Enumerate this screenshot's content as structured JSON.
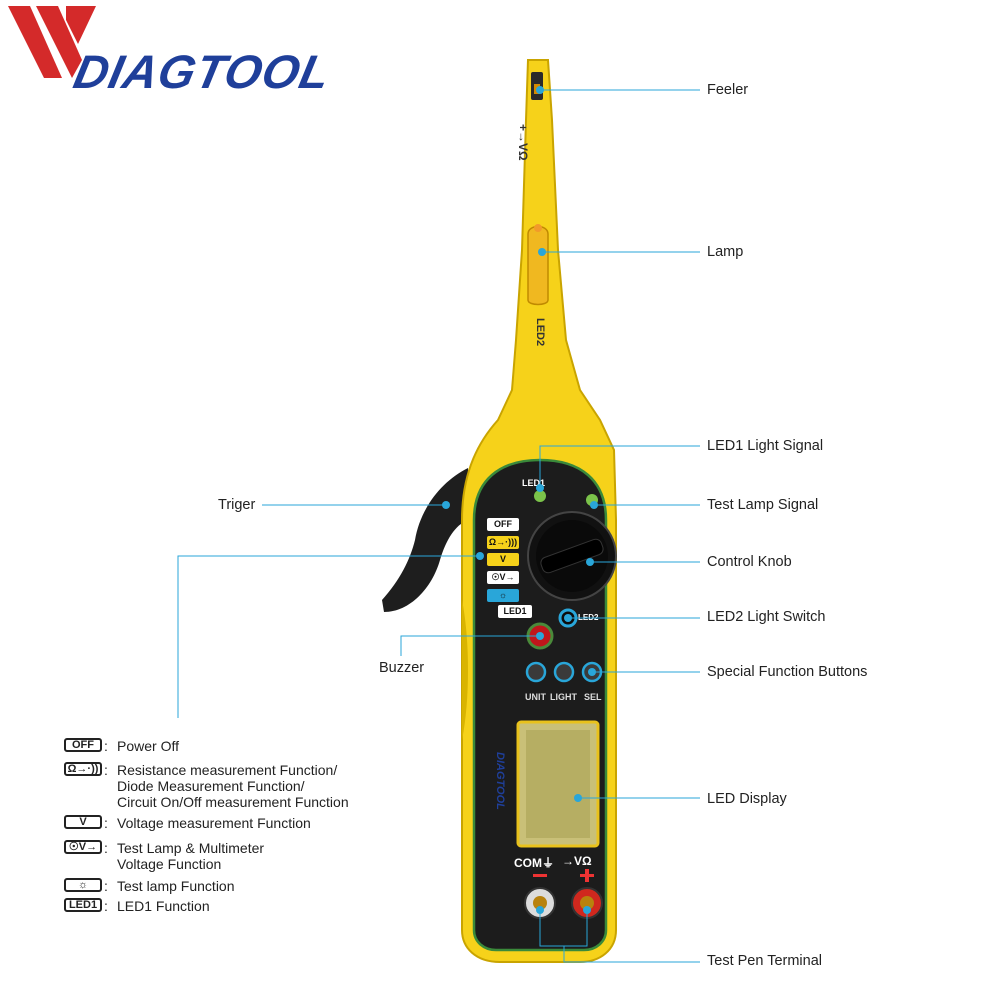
{
  "brand": {
    "logo_text": "DIAGTOOL",
    "color_red": "#d42a2a",
    "color_blue": "#1f3f9a"
  },
  "device": {
    "body_color": "#f6d21a",
    "panel_color": "#1c1c1c",
    "tip_text": "+→VΩ",
    "led2_tip_label": "LED2",
    "led1_label": "LED1",
    "dial_labels": [
      "OFF",
      "Ω→·)))",
      "V",
      "☉V→",
      "☼",
      "LED1"
    ],
    "led2_switch_label": "LED2",
    "buttons": [
      "UNIT",
      "LIGHT",
      "SEL"
    ],
    "screen_logo": "DIAGTOOL",
    "terminal_com": "COM⏚",
    "terminal_v": "→VΩ"
  },
  "callouts": [
    {
      "id": "feeler",
      "label": "Feeler"
    },
    {
      "id": "lamp",
      "label": "Lamp"
    },
    {
      "id": "led1-light-signal",
      "label": "LED1 Light Signal"
    },
    {
      "id": "test-lamp-signal",
      "label": "Test Lamp Signal"
    },
    {
      "id": "control-knob",
      "label": "Control Knob"
    },
    {
      "id": "led2-light-switch",
      "label": "LED2 Light Switch"
    },
    {
      "id": "special-function-buttons",
      "label": "Special Function Buttons"
    },
    {
      "id": "led-display",
      "label": "LED Display"
    },
    {
      "id": "test-pen-terminal",
      "label": "Test Pen Terminal"
    },
    {
      "id": "triger",
      "label": "Triger"
    },
    {
      "id": "buzzer",
      "label": "Buzzer"
    }
  ],
  "legend": [
    {
      "icon": "OFF",
      "text": "Power Off"
    },
    {
      "icon": "Ω→·))",
      "text": "Resistance measurement Function/\nDiode Measurement Function/\nCircuit On/Off measurement Function"
    },
    {
      "icon": "V",
      "text": "Voltage measurement Function"
    },
    {
      "icon": "☉V→",
      "text": "Test Lamp & Multimeter\nVoltage Function"
    },
    {
      "icon": "☼",
      "text": "Test lamp Function"
    },
    {
      "icon": "LED1",
      "text": "LED1 Function"
    }
  ],
  "legend_colon": ":"
}
